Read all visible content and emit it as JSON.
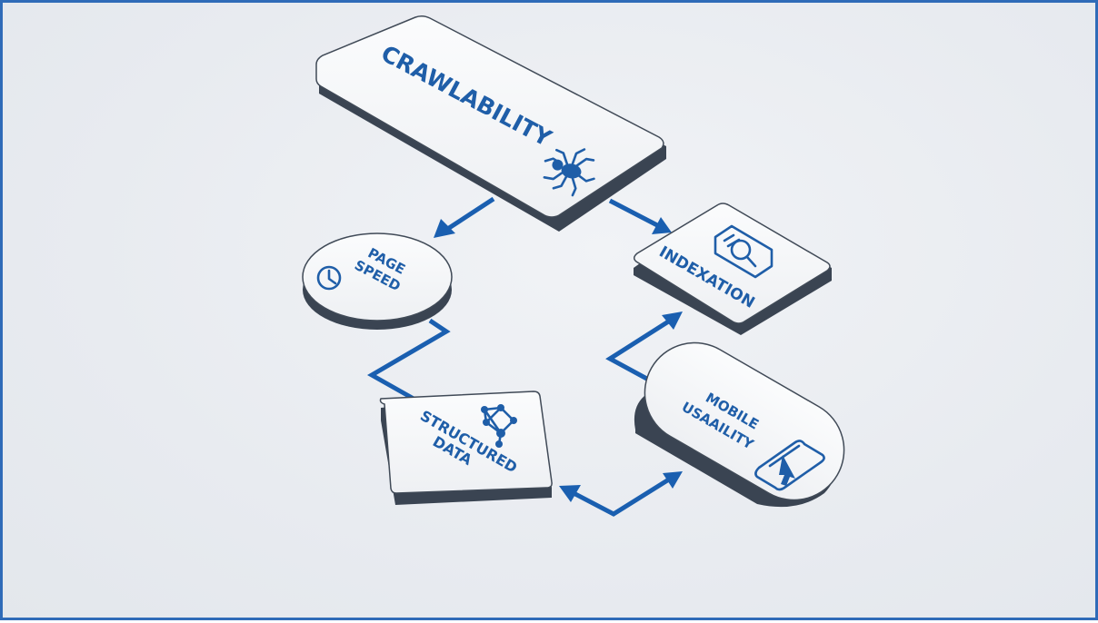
{
  "diagram": {
    "nodes": [
      {
        "id": "crawlability",
        "label_lines": [
          "CRAWLABILITY"
        ],
        "icon": "spider-icon"
      },
      {
        "id": "page-speed",
        "label_lines": [
          "PAGE",
          "SPEED"
        ],
        "icon": "clock-icon"
      },
      {
        "id": "indexation",
        "label_lines": [
          "INDEXATION"
        ],
        "icon": "document-search-icon"
      },
      {
        "id": "structured-data",
        "label_lines": [
          "STRUCTURED",
          "DATA"
        ],
        "icon": "network-icon"
      },
      {
        "id": "mobile-usability",
        "label_lines": [
          "MOBILE",
          "USAAILITY"
        ],
        "icon": "phone-pointer-icon"
      }
    ],
    "edges": [
      {
        "from": "crawlability",
        "to": "page-speed"
      },
      {
        "from": "crawlability",
        "to": "indexation"
      },
      {
        "from": "page-speed",
        "to": "structured-data"
      },
      {
        "from": "structured-data",
        "to": "mobile-usability",
        "bidirectional": true
      },
      {
        "from": "mobile-usability",
        "to": "indexation"
      }
    ],
    "colors": {
      "accent": "#1a5fb0",
      "node_top": "#f7f8fa",
      "node_side": "#3a4452",
      "frame": "#2f6bb8"
    }
  }
}
